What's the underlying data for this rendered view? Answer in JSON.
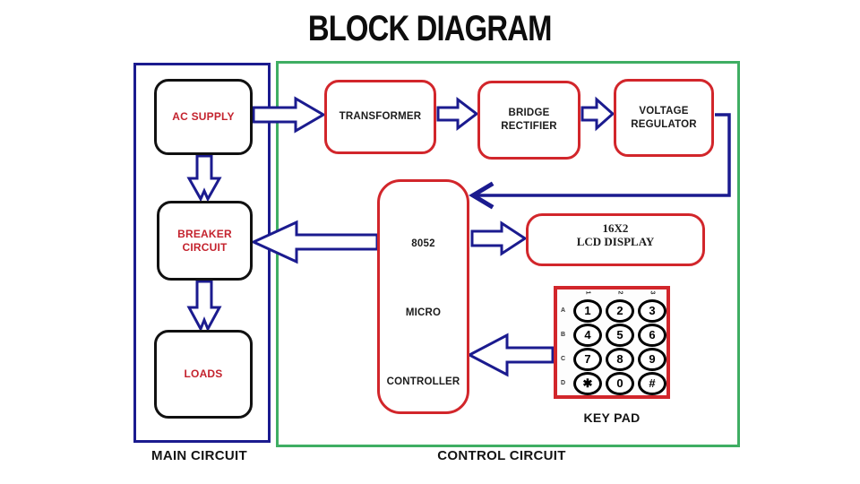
{
  "title": "BLOCK DIAGRAM",
  "colors": {
    "arrow_navy": "#1b1b8f",
    "container_green": "#3fae63",
    "box_red": "#d2262b",
    "text_red": "#c4232e",
    "text_black": "#1c1c1c"
  },
  "main_circuit": {
    "label": "MAIN CIRCUIT",
    "blocks": {
      "ac_supply": "AC SUPPLY",
      "breaker_line1": "BREAKER",
      "breaker_line2": "CIRCUIT",
      "loads": "LOADS"
    }
  },
  "control_circuit": {
    "label": "CONTROL CIRCUIT",
    "blocks": {
      "transformer": "TRANSFORMER",
      "bridge_line1": "BRIDGE",
      "bridge_line2": "RECTIFIER",
      "vreg_line1": "VOLTAGE",
      "vreg_line2": "REGULATOR",
      "mcu_line1": "8052",
      "mcu_line2": "MICRO",
      "mcu_line3": "CONTROLLER",
      "lcd_line1": "16X2",
      "lcd_line2": "LCD DISPLAY"
    },
    "keypad": {
      "label": "KEY PAD",
      "col_labels": [
        "1",
        "2",
        "3"
      ],
      "row_labels": [
        "A",
        "B",
        "C",
        "D"
      ],
      "keys": [
        [
          "1",
          "2",
          "3"
        ],
        [
          "4",
          "5",
          "6"
        ],
        [
          "7",
          "8",
          "9"
        ],
        [
          "✱",
          "0",
          "#"
        ]
      ]
    }
  }
}
